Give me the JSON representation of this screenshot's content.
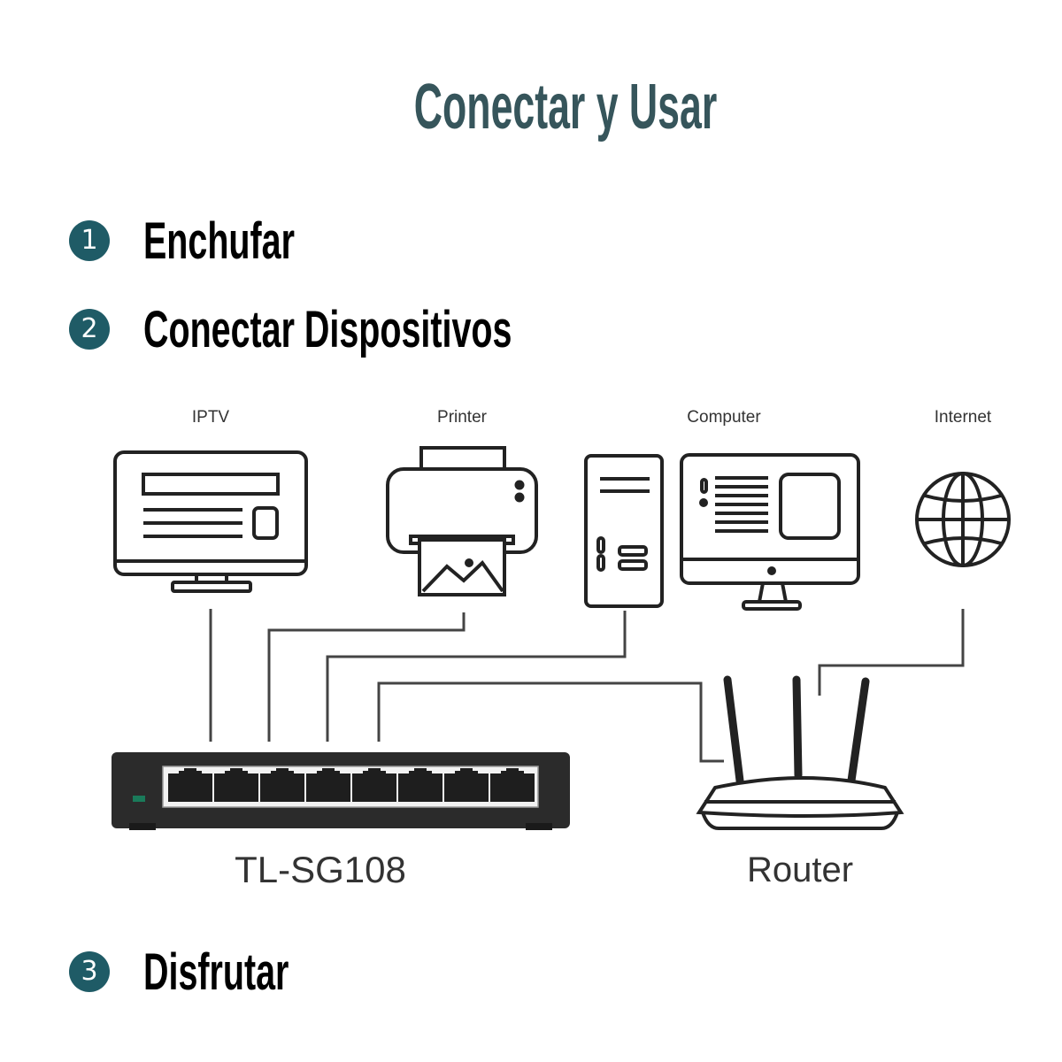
{
  "title": "Conectar y Usar",
  "steps": [
    {
      "number": "1",
      "label": "Enchufar"
    },
    {
      "number": "2",
      "label": "Conectar Dispositivos"
    },
    {
      "number": "3",
      "label": "Disfrutar"
    }
  ],
  "diagram": {
    "devices": {
      "iptv": "IPTV",
      "printer": "Printer",
      "computer": "Computer",
      "internet": "Internet"
    },
    "switch_label": "TL-SG108",
    "router_label": "Router",
    "colors": {
      "accent": "#1f5b66",
      "title": "#36555b",
      "switch_body": "#2b2b2b",
      "led": "#1a7a5a"
    }
  }
}
